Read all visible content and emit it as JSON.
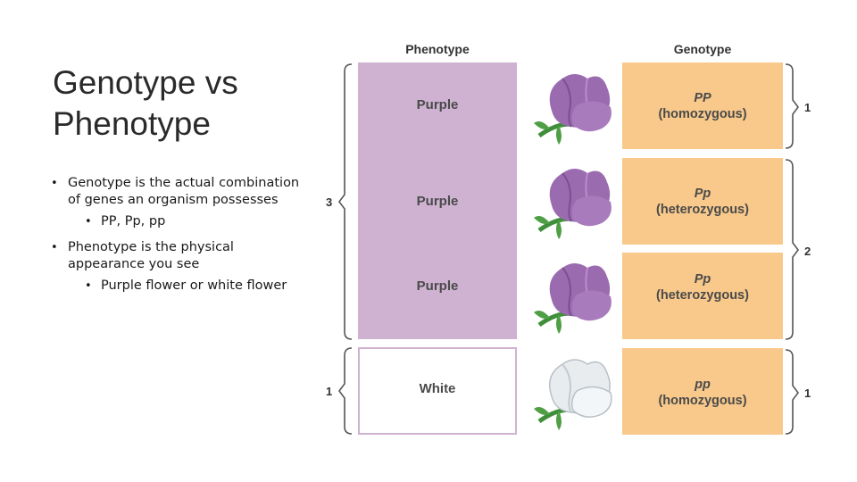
{
  "title": "Genotype vs Phenotype",
  "bullets": {
    "b1": "Genotype is the actual combination of genes an organism possesses",
    "b1_sub": "PP, Pp, pp",
    "b2": "Phenotype is the physical appearance you see",
    "b2_sub": "Purple flower or white flower"
  },
  "figure": {
    "phenotype_header": "Phenotype",
    "genotype_header": "Genotype",
    "rows": [
      {
        "phenotype": "Purple",
        "genotype": "PP",
        "zygosity": "(homozygous)",
        "flower": "purple-flower"
      },
      {
        "phenotype": "Purple",
        "genotype": "Pp",
        "zygosity": "(heterozygous)",
        "flower": "purple-flower"
      },
      {
        "phenotype": "Purple",
        "genotype": "Pp",
        "zygosity": "(heterozygous)",
        "flower": "purple-flower"
      },
      {
        "phenotype": "White",
        "genotype": "pp",
        "zygosity": "(homozygous)",
        "flower": "white-flower"
      }
    ],
    "left_counts": {
      "purple": "3",
      "white": "1"
    },
    "right_counts": {
      "pp_hom": "1",
      "het": "2",
      "rec_hom": "1"
    },
    "colors": {
      "purple_col": "#cfb2d1",
      "genotype_box": "#f8c98b",
      "purple_flower": "#9b6bb0",
      "white_flower": "#e8ecef",
      "stem": "#3f8f3a"
    }
  }
}
